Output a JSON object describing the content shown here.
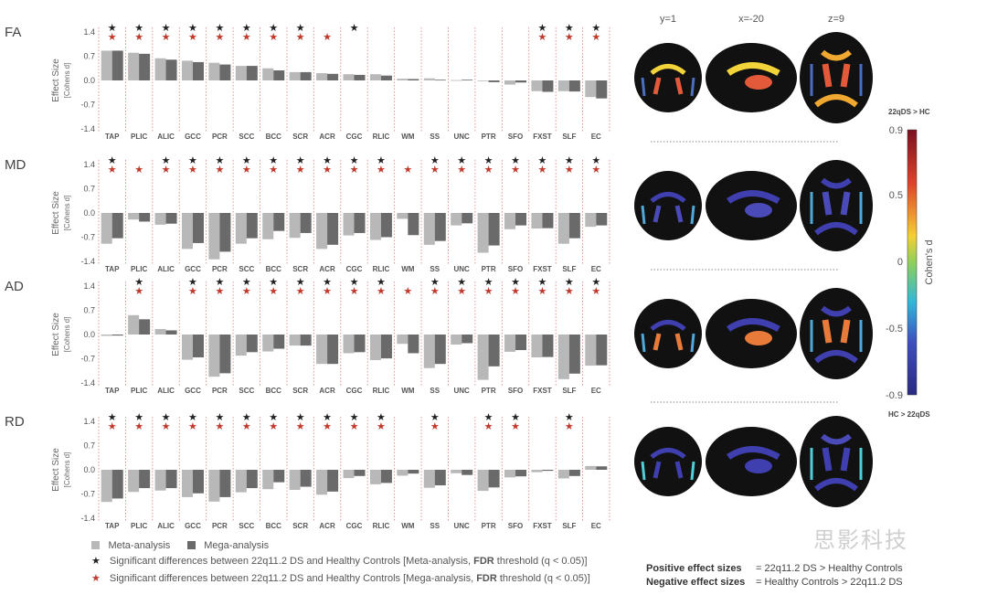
{
  "chart_data": {
    "type": "bar",
    "ylabel": "Effect Size",
    "ylabel_sub": "[Cohens d]",
    "ylim": [
      -1.4,
      1.4
    ],
    "yticks": [
      "1.4",
      "0.7",
      "0.0",
      "-0.7",
      "-1.4"
    ],
    "categories": [
      "TAP",
      "PLIC",
      "ALIC",
      "GCC",
      "PCR",
      "SCC",
      "BCC",
      "SCR",
      "ACR",
      "CGC",
      "RLIC",
      "WM",
      "SS",
      "UNC",
      "PTR",
      "SFO",
      "FXST",
      "SLF",
      "EC"
    ],
    "series_names": [
      "Meta-analysis",
      "Mega-analysis"
    ],
    "panels": [
      {
        "title": "FA",
        "meta": [
          0.86,
          0.8,
          0.64,
          0.57,
          0.51,
          0.42,
          0.35,
          0.24,
          0.21,
          0.18,
          0.18,
          0.05,
          0.06,
          0.01,
          0.0,
          -0.12,
          -0.31,
          -0.31,
          -0.48
        ],
        "mega": [
          0.86,
          0.77,
          0.6,
          0.53,
          0.46,
          0.42,
          0.29,
          0.24,
          0.19,
          0.16,
          0.14,
          0.04,
          0.02,
          0.02,
          -0.05,
          -0.06,
          -0.33,
          -0.32,
          -0.52
        ],
        "sig_meta": [
          "TAP",
          "PLIC",
          "ALIC",
          "GCC",
          "PCR",
          "SCC",
          "BCC",
          "SCR",
          "CGC",
          "FXST",
          "SLF",
          "EC"
        ],
        "sig_mega": [
          "TAP",
          "PLIC",
          "ALIC",
          "GCC",
          "PCR",
          "SCC",
          "BCC",
          "SCR",
          "ACR",
          "FXST",
          "SLF",
          "EC"
        ]
      },
      {
        "title": "MD",
        "meta": [
          -0.89,
          -0.19,
          -0.34,
          -1.04,
          -1.34,
          -0.89,
          -0.76,
          -0.72,
          -1.04,
          -0.65,
          -0.78,
          -0.17,
          -0.92,
          -0.36,
          -1.15,
          -0.47,
          -0.45,
          -0.89,
          -0.4
        ],
        "mega": [
          -0.73,
          -0.25,
          -0.31,
          -0.87,
          -1.12,
          -0.73,
          -0.52,
          -0.58,
          -0.92,
          -0.58,
          -0.7,
          -0.64,
          -0.81,
          -0.3,
          -0.94,
          -0.36,
          -0.44,
          -0.73,
          -0.36
        ],
        "sig_meta": [
          "TAP",
          "ALIC",
          "GCC",
          "PCR",
          "SCC",
          "BCC",
          "SCR",
          "ACR",
          "CGC",
          "RLIC",
          "SS",
          "UNC",
          "PTR",
          "SFO",
          "FXST",
          "SLF",
          "EC"
        ],
        "sig_mega": [
          "TAP",
          "PLIC",
          "ALIC",
          "GCC",
          "PCR",
          "SCC",
          "BCC",
          "SCR",
          "ACR",
          "CGC",
          "RLIC",
          "WM",
          "SS",
          "UNC",
          "PTR",
          "SFO",
          "FXST",
          "SLF",
          "EC"
        ]
      },
      {
        "title": "AD",
        "meta": [
          -0.04,
          0.56,
          0.16,
          -0.73,
          -1.22,
          -0.61,
          -0.49,
          -0.32,
          -0.85,
          -0.54,
          -0.74,
          -0.27,
          -0.97,
          -0.29,
          -1.31,
          -0.5,
          -0.66,
          -1.29,
          -0.9
        ],
        "mega": [
          -0.03,
          0.44,
          0.12,
          -0.66,
          -1.12,
          -0.51,
          -0.41,
          -0.32,
          -0.85,
          -0.51,
          -0.69,
          -0.54,
          -0.85,
          -0.25,
          -0.92,
          -0.45,
          -0.65,
          -1.13,
          -0.89
        ],
        "sig_meta": [
          "PLIC",
          "GCC",
          "PCR",
          "SCC",
          "BCC",
          "SCR",
          "ACR",
          "CGC",
          "RLIC",
          "SS",
          "UNC",
          "PTR",
          "SFO",
          "FXST",
          "SLF",
          "EC"
        ],
        "sig_mega": [
          "PLIC",
          "GCC",
          "PCR",
          "SCC",
          "BCC",
          "SCR",
          "ACR",
          "CGC",
          "RLIC",
          "WM",
          "SS",
          "UNC",
          "PTR",
          "SFO",
          "FXST",
          "SLF",
          "EC"
        ]
      },
      {
        "title": "RD",
        "meta": [
          -0.93,
          -0.64,
          -0.6,
          -0.79,
          -0.92,
          -0.65,
          -0.56,
          -0.58,
          -0.72,
          -0.24,
          -0.42,
          -0.17,
          -0.52,
          -0.1,
          -0.61,
          -0.22,
          -0.07,
          -0.25,
          0.11
        ],
        "mega": [
          -0.83,
          -0.53,
          -0.53,
          -0.68,
          -0.79,
          -0.53,
          -0.36,
          -0.49,
          -0.63,
          -0.18,
          -0.38,
          -0.11,
          -0.45,
          -0.15,
          -0.51,
          -0.19,
          -0.03,
          -0.18,
          0.1
        ],
        "sig_meta": [
          "TAP",
          "PLIC",
          "ALIC",
          "GCC",
          "PCR",
          "SCC",
          "BCC",
          "SCR",
          "ACR",
          "CGC",
          "RLIC",
          "SS",
          "PTR",
          "SFO",
          "SLF"
        ],
        "sig_mega": [
          "TAP",
          "PLIC",
          "ALIC",
          "GCC",
          "PCR",
          "SCC",
          "BCC",
          "SCR",
          "ACR",
          "CGC",
          "RLIC",
          "SS",
          "PTR",
          "SFO",
          "SLF"
        ]
      }
    ],
    "grid": false,
    "legend_placement": "bottom-left"
  },
  "colors": {
    "meta": "#b8b8b8",
    "mega": "#6a6a6a",
    "star_meta": "#222222",
    "star_mega": "#c0392b"
  },
  "legend": {
    "meta_label": "Meta-analysis",
    "mega_label": "Mega-analysis",
    "star": "★",
    "sig_meta_text": "Significant differences between 22q11.2 DS and Healthy Controls [Meta-analysis, ",
    "sig_mega_text": "Significant differences between 22q11.2 DS and Healthy Controls [Mega-analysis, ",
    "fdr": "FDR",
    "threshold": " threshold (q < 0.05)]"
  },
  "brain": {
    "slices": [
      "y=1",
      "x=-20",
      "z=9"
    ]
  },
  "colorbar": {
    "top_label": "22qDS > HC",
    "bottom_label": "HC > 22qDS",
    "title": "Cohen's d",
    "ticks": [
      "0.9",
      "0.5",
      "0",
      "-0.5",
      "-0.9"
    ]
  },
  "notes": {
    "positive_label": "Positive effect sizes",
    "positive_text": "= 22q11.2 DS > Healthy Controls",
    "negative_label": "Negative effect sizes",
    "negative_text": "= Healthy Controls > 22q11.2 DS"
  },
  "watermark": "思影科技"
}
